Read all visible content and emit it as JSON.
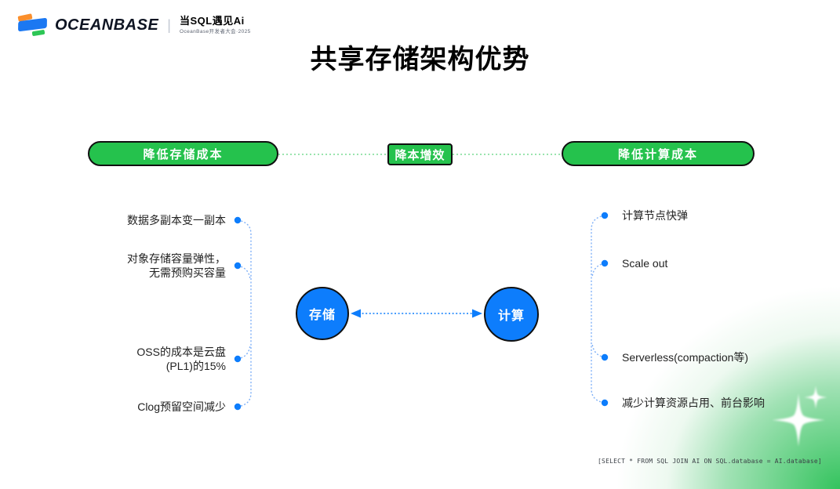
{
  "header": {
    "brand": "OCEANBASE",
    "divider": "|",
    "tagline": "当SQL遇见Ai",
    "event": "OceanBase开发者大会·2025"
  },
  "title": "共享存储架构优势",
  "banners": {
    "left": "降低存储成本",
    "center": "降本增效",
    "right": "降低计算成本"
  },
  "storage_benefits": [
    "数据多副本变一副本",
    "对象存储容量弹性，\n无需预购买容量",
    "OSS的成本是云盘\n(PL1)的15%",
    "Clog预留空间减少"
  ],
  "compute_benefits": [
    "计算节点快弹",
    "Scale out",
    "Serverless(compaction等)",
    "减少计算资源占用、前台影响"
  ],
  "nodes": {
    "storage": "存储",
    "compute": "计算"
  },
  "footer": {
    "sql_caption": "[SELECT * FROM SQL JOIN AI ON SQL.database = AI.database]"
  },
  "colors": {
    "green": "#25c24d",
    "blue": "#0d7dfc",
    "connector_blue": "#7fb0f7",
    "border_dark": "#101010"
  }
}
